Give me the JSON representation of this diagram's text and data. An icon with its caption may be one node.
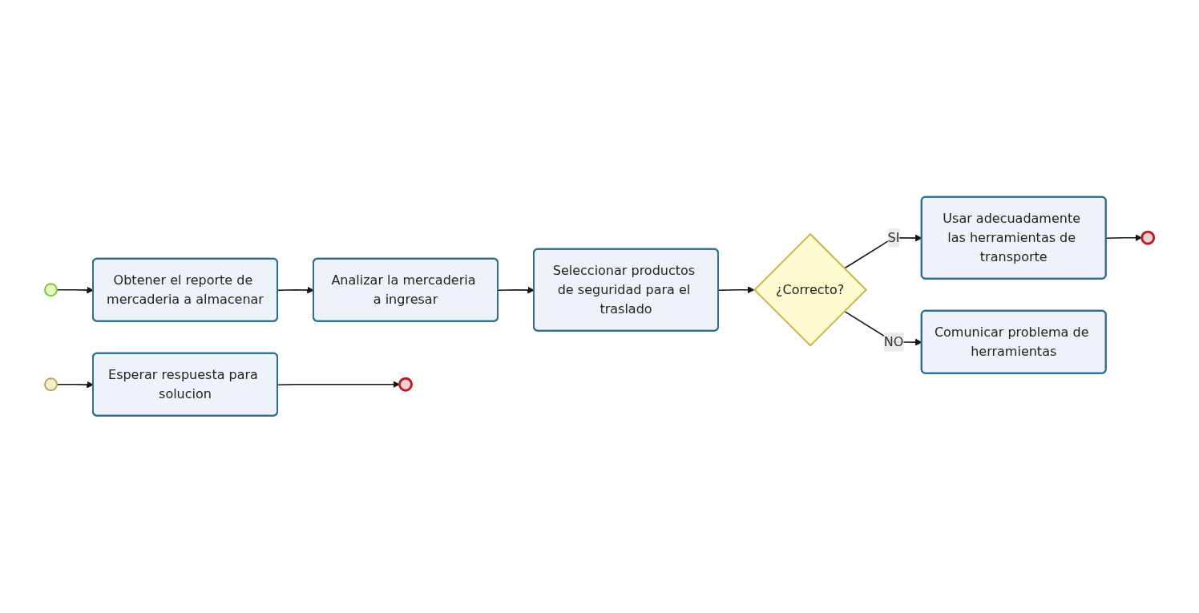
{
  "diagram": {
    "nodes": [
      {
        "text": [],
        "shape": "circle"
      },
      {
        "text": [
          "Obtener el reporte de mercaderia a almacenar"
        ]
      },
      {
        "text": [
          "Analizar la mercaderia a ingresar"
        ]
      },
      {
        "text": [
          "Seleccionar productos de seguridad para el traslado"
        ]
      },
      {
        "text": [
          "¿Correcto?"
        ]
      },
      {
        "text": [
          "Usar adecuadamente las herramientas de transporte"
        ]
      },
      {
        "text": [],
        "shape": "circle"
      },
      {
        "text": [
          "Comunicar problema de herramientas"
        ]
      },
      {
        "text": [],
        "shape": "circle"
      },
      {
        "text": [
          "Esperar respuesta para solucion"
        ]
      },
      {
        "text": [],
        "shape": "circle"
      }
    ],
    "edges": [
      {
        "from": 0,
        "to": 1,
        "arrow": "to"
      },
      {
        "from": 1,
        "to": 2,
        "arrow": "to"
      },
      {
        "from": 2,
        "to": 3,
        "arrow": "to"
      },
      {
        "from": 3,
        "to": 4,
        "arrow": "to"
      },
      {
        "from": 4,
        "to": 5,
        "arrow": "to",
        "label": "SI"
      },
      {
        "from": 5,
        "to": 6,
        "arrow": "to"
      },
      {
        "from": 4,
        "to": 7,
        "arrow": "to",
        "label": "NO"
      },
      {
        "from": 8,
        "to": 9,
        "arrow": "to"
      },
      {
        "from": 9,
        "to": 10,
        "arrow": "to"
      }
    ]
  }
}
